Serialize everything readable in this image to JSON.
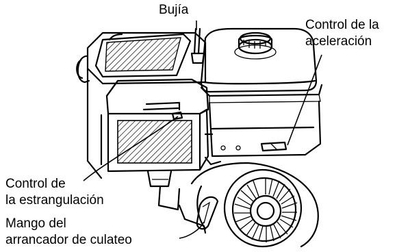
{
  "figure": {
    "labels": {
      "spark_plug": "Bujía",
      "throttle_control": [
        "Control de la",
        "aceleración"
      ],
      "choke_control": [
        "Control de",
        "la estrangulación"
      ],
      "recoil_starter_handle": [
        "Mango del",
        "arrancador de culateo"
      ]
    }
  }
}
